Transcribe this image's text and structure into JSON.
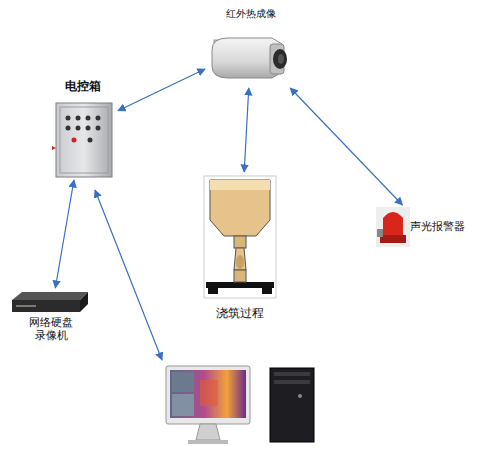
{
  "diagram": {
    "nodes": [
      {
        "text": [
          "红外热成像"
        ]
      },
      {
        "text": [
          "电控箱"
        ]
      },
      {
        "text": [
          "浇筑过程"
        ]
      },
      {
        "text": [
          "声光报警器"
        ]
      },
      {
        "text": [
          "网络硬盘 录像机"
        ]
      }
    ],
    "edges": [
      {
        "from": 1,
        "to": 0,
        "arrow": "both"
      },
      {
        "from": 0,
        "to": 2,
        "arrow": "both"
      },
      {
        "from": 0,
        "to": 3,
        "arrow": "both"
      },
      {
        "from": 1,
        "to": 4,
        "arrow": "both"
      }
    ]
  }
}
